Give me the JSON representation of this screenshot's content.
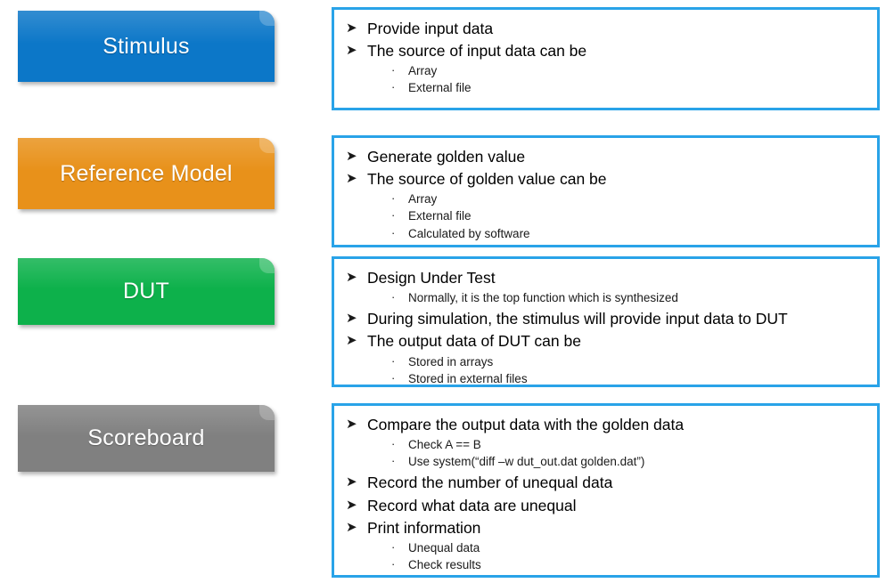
{
  "colors": {
    "stimulus": "#0C77C8",
    "reference_model": "#E8911A",
    "dut": "#0DB14B",
    "scoreboard": "#808080",
    "panel_border": "#29A3E8",
    "page_background": "#FFFFFF"
  },
  "icons": {
    "arrow_bullet": "➤",
    "dot_bullet": "·"
  },
  "blocks": [
    {
      "label": "Stimulus"
    },
    {
      "label": "Reference Model"
    },
    {
      "label": "DUT"
    },
    {
      "label": "Scoreboard"
    }
  ],
  "panels": [
    {
      "items": [
        {
          "text": "Provide input data",
          "sub": []
        },
        {
          "text": "The source of input data can be",
          "sub": [
            "Array",
            "External file"
          ]
        }
      ]
    },
    {
      "items": [
        {
          "text": "Generate golden value",
          "sub": []
        },
        {
          "text": "The source of golden value can be",
          "sub": [
            "Array",
            "External file",
            "Calculated by software"
          ]
        }
      ]
    },
    {
      "items": [
        {
          "text": "Design Under Test",
          "sub": [
            "Normally, it is the top function which is synthesized"
          ]
        },
        {
          "text": "During simulation, the stimulus will provide input data to DUT",
          "sub": []
        },
        {
          "text": "The output data of DUT can be",
          "sub": [
            "Stored in arrays",
            "Stored in external files"
          ]
        }
      ]
    },
    {
      "items": [
        {
          "text": "Compare the output data with the golden data",
          "sub": [
            "Check A == B",
            "Use system(“diff –w dut_out.dat golden.dat”)"
          ]
        },
        {
          "text": "Record the number of unequal data",
          "sub": []
        },
        {
          "text": "Record what data are unequal",
          "sub": []
        },
        {
          "text": "Print information",
          "sub": [
            "Unequal data",
            "Check results"
          ]
        }
      ]
    }
  ]
}
